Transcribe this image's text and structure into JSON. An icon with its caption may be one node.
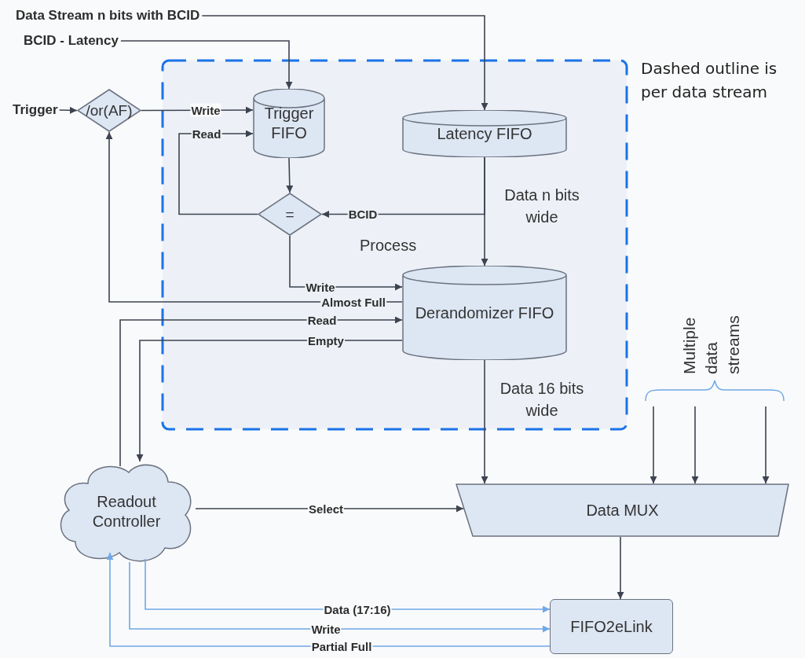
{
  "diagram": {
    "nodes": [
      {
        "text": [
          "Process"
        ],
        "beside": [
          "Dashed outline is per data stream"
        ]
      },
      {
        "text": [
          "Data Stream n bits with BCID"
        ]
      },
      {
        "text": [
          "BCID - Latency"
        ]
      },
      {
        "text": [
          "Trigger"
        ]
      },
      {
        "text": [
          "/or(AF)"
        ]
      },
      {
        "text": [
          "Trigger FIFO"
        ],
        "in": 0
      },
      {
        "text": [
          "Latency FIFO"
        ],
        "in": 0
      },
      {
        "text": [
          "="
        ],
        "in": 0
      },
      {
        "text": [
          "Derandomizer FIFO"
        ],
        "in": 0
      },
      {
        "text": [
          "Multiple data streams"
        ]
      },
      {
        "text": [
          "Readout Controller"
        ]
      },
      {
        "text": [
          "Data MUX"
        ]
      },
      {
        "text": [
          "FIFO2eLink"
        ]
      }
    ],
    "edges": [
      {
        "from": 1,
        "to": 6,
        "arrow": "to"
      },
      {
        "from": 2,
        "to": 5,
        "arrow": "to"
      },
      {
        "from": 3,
        "to": 4,
        "arrow": "to"
      },
      {
        "from": 4,
        "to": 5,
        "arrow": "to",
        "label": "Write"
      },
      {
        "from": 7,
        "to": 5,
        "arrow": "to",
        "label": "Read"
      },
      {
        "from": 5,
        "to": 7,
        "arrow": "to"
      },
      {
        "from": 6,
        "to": 7,
        "arrow": "to",
        "label": "BCID"
      },
      {
        "from": 6,
        "to": 8,
        "arrow": "to",
        "label": "Data n bits wide"
      },
      {
        "from": 7,
        "to": 8,
        "arrow": "to",
        "label": "Write"
      },
      {
        "from": 8,
        "to": 4,
        "arrow": "to",
        "label": "Almost Full"
      },
      {
        "from": 10,
        "to": 8,
        "arrow": "to",
        "label": "Read"
      },
      {
        "from": 8,
        "to": 10,
        "arrow": "to",
        "label": "Empty"
      },
      {
        "from": 8,
        "to": 11,
        "arrow": "to",
        "label": "Data 16 bits wide"
      },
      {
        "from": 10,
        "to": 11,
        "arrow": "to",
        "label": "Select"
      },
      {
        "from": 9,
        "to": 11,
        "arrow": "to"
      },
      {
        "from": 9,
        "to": 11,
        "arrow": "to"
      },
      {
        "from": 9,
        "to": 11,
        "arrow": "to"
      },
      {
        "from": 11,
        "to": 12,
        "arrow": "to"
      },
      {
        "from": 10,
        "to": 12,
        "arrow": "to",
        "label": "Data (17:16)",
        "color": "#6fa8e8"
      },
      {
        "from": 10,
        "to": 12,
        "arrow": "to",
        "label": "Write",
        "color": "#6fa8e8"
      },
      {
        "from": 12,
        "to": 10,
        "arrow": "to",
        "label": "Partial Full",
        "color": "#6fa8e8"
      }
    ]
  }
}
